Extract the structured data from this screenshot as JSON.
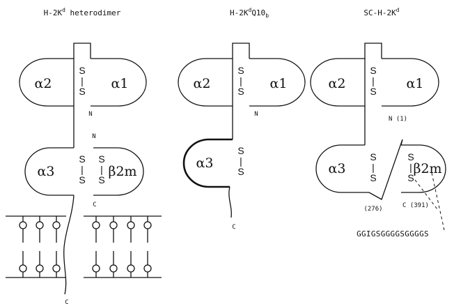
{
  "panels": [
    {
      "title_main": "H-2K",
      "title_sup": "d",
      "title_rest": " heterodimer",
      "domains": {
        "a2": "α2",
        "a1": "α1",
        "a3": "α3",
        "b2m": "β2m"
      },
      "disulfide": "S",
      "bond": "|",
      "n_upper": "N",
      "n_lower": "N",
      "c_b2m": "C",
      "c_tail": "C"
    },
    {
      "title_main": "H-2K",
      "title_sup": "d",
      "title_rest": "Q10",
      "title_sub": "b",
      "domains": {
        "a2": "α2",
        "a1": "α1",
        "a3": "α3"
      },
      "disulfide": "S",
      "bond": "|",
      "n_upper": "N",
      "c_tail": "C"
    },
    {
      "title_main": "SC-H-2K",
      "title_sup": "d",
      "domains": {
        "a2": "α2",
        "a1": "α1",
        "a3": "α3",
        "b2m": "β2m"
      },
      "disulfide": "S",
      "bond": "|",
      "n_upper": "N (1)",
      "pos_276": "(276)",
      "c_391": "C (391)",
      "linker": "GGIGSGGGGSGGGGS"
    }
  ]
}
